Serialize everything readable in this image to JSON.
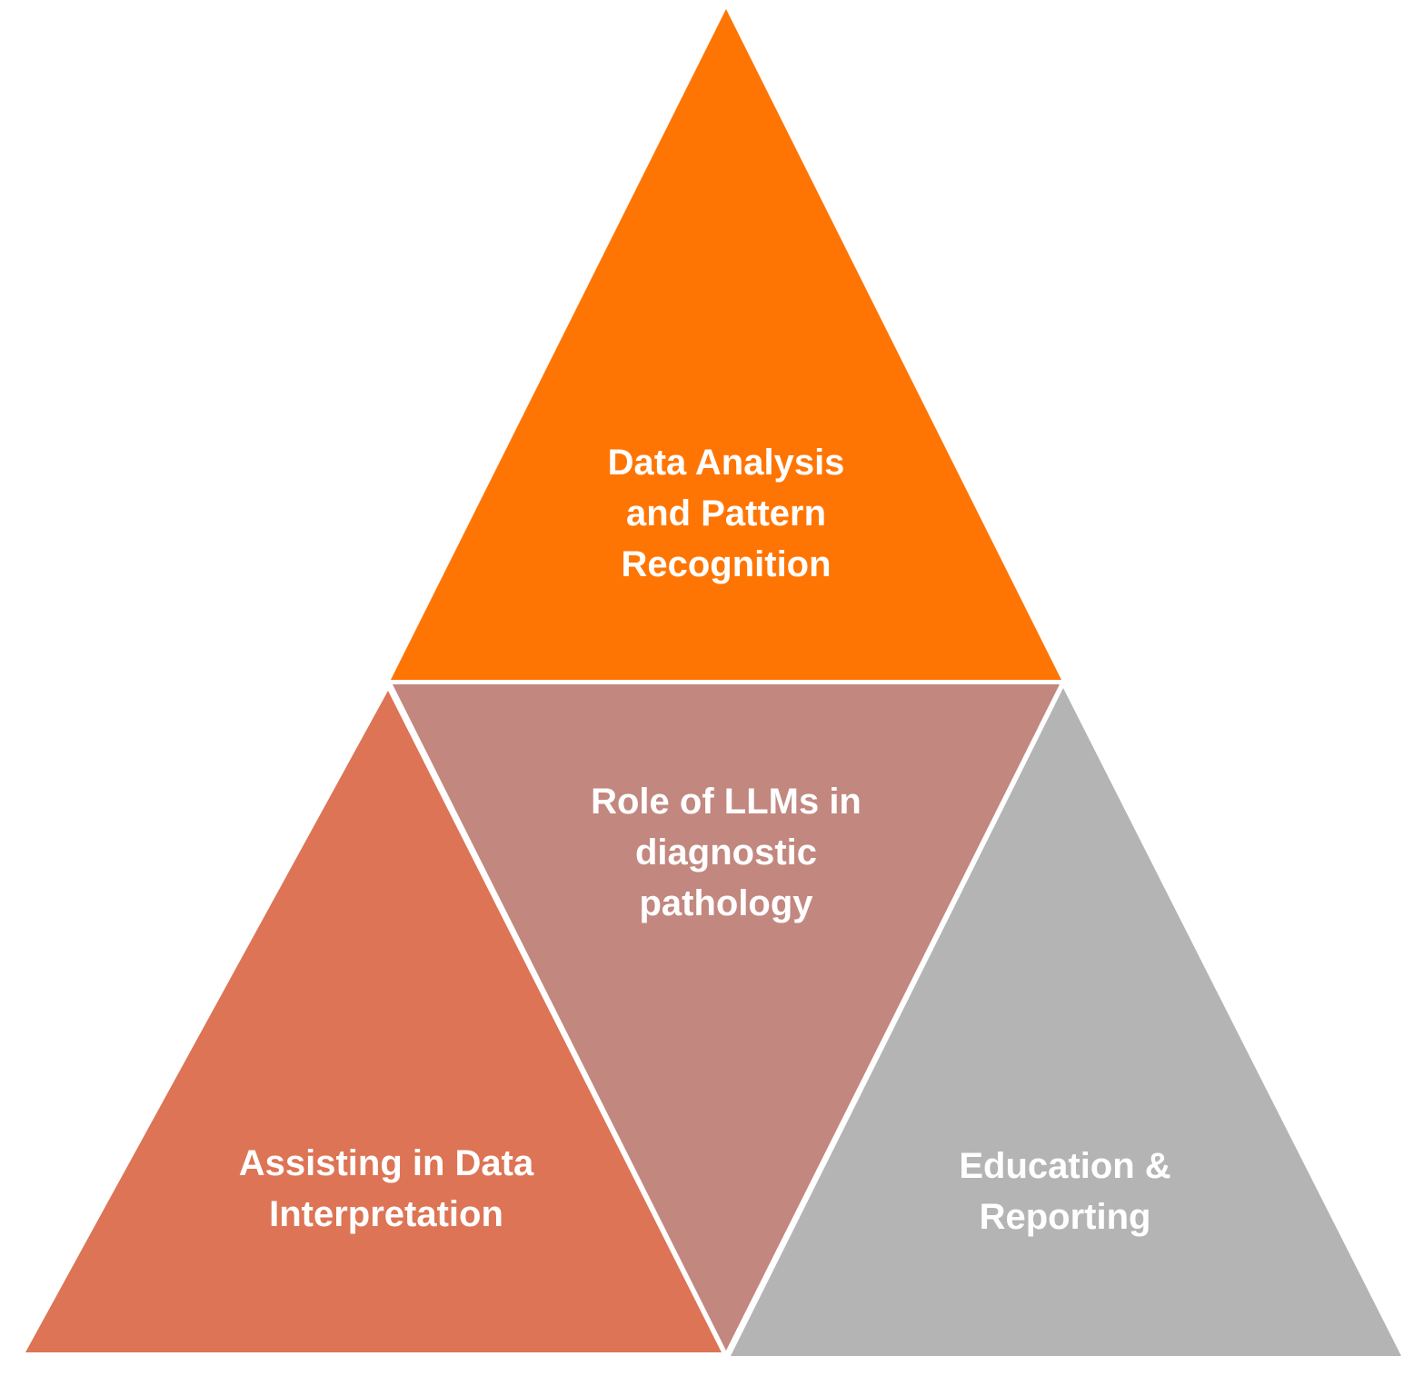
{
  "segments": {
    "top": {
      "lines": [
        "Data Analysis",
        "and Pattern",
        "Recognition"
      ],
      "color": "#FF7504"
    },
    "center": {
      "lines": [
        "Role of LLMs in",
        "diagnostic",
        "pathology"
      ],
      "color": "#C2877F"
    },
    "bottom_left": {
      "lines": [
        "Assisting in Data",
        "Interpretation"
      ],
      "color": "#DD7455"
    },
    "bottom_right": {
      "lines": [
        "Education &",
        "Reporting"
      ],
      "color": "#B4B4B4"
    }
  }
}
